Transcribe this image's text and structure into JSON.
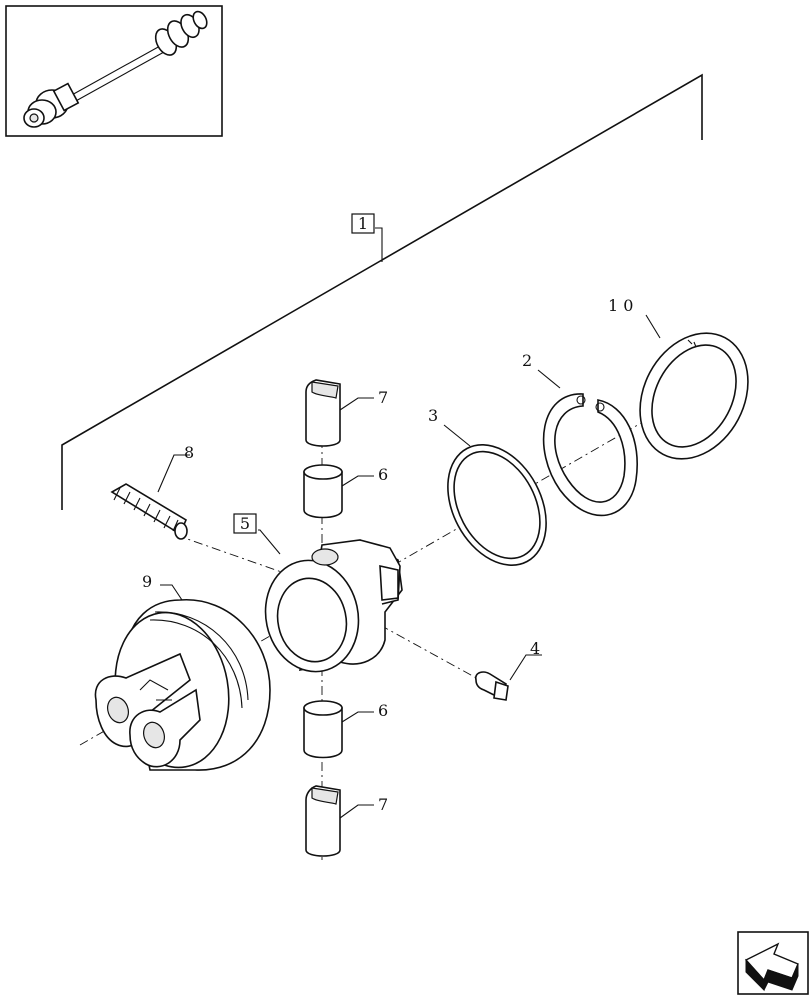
{
  "callouts": [
    {
      "id": "c1",
      "text": "1",
      "boxed": true
    },
    {
      "id": "c2",
      "text": "2",
      "boxed": false
    },
    {
      "id": "c3",
      "text": "3",
      "boxed": false
    },
    {
      "id": "c4",
      "text": "4",
      "boxed": false
    },
    {
      "id": "c5",
      "text": "5",
      "boxed": true
    },
    {
      "id": "c6a",
      "text": "6",
      "boxed": false
    },
    {
      "id": "c6b",
      "text": "6",
      "boxed": false
    },
    {
      "id": "c7a",
      "text": "7",
      "boxed": false
    },
    {
      "id": "c7b",
      "text": "7",
      "boxed": false
    },
    {
      "id": "c8",
      "text": "8",
      "boxed": false
    },
    {
      "id": "c9",
      "text": "9",
      "boxed": false
    },
    {
      "id": "c10",
      "text": "1 0",
      "boxed": false
    }
  ],
  "icons": {
    "thumbnail": "driveshaft-thumbnail-icon",
    "nav": "next-page-arrow-icon"
  }
}
